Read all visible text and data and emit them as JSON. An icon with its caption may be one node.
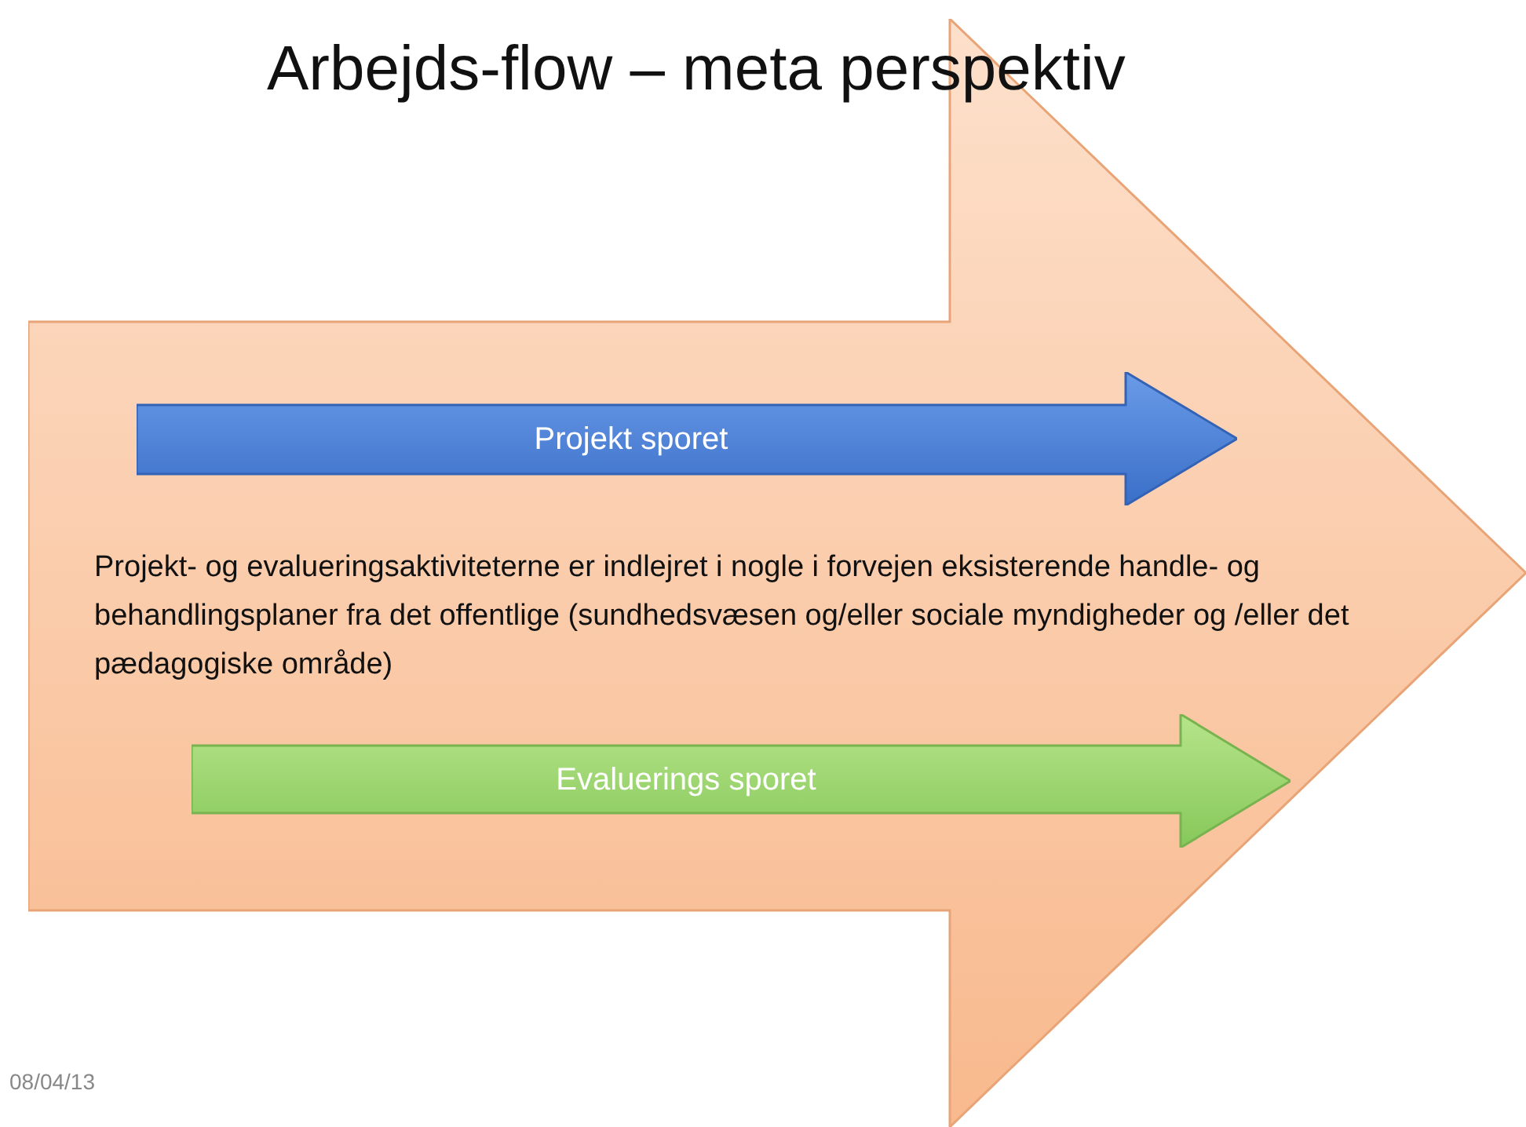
{
  "diagram": {
    "title": "Arbejds-flow – meta perspektiv",
    "nodes": [
      {
        "text": [
          "Projekt- og evalueringsaktiviteterne er indlejret i nogle i forvejen eksisterende handle- og behandlingsplaner  fra det offentlige (sundhedsvæsen og/eller sociale myndigheder og /eller det pædagogiske område)"
        ]
      },
      {
        "text": [
          "Projekt sporet"
        ],
        "in": 0
      },
      {
        "text": [
          "Evaluerings sporet"
        ],
        "in": 0
      }
    ],
    "labels": [
      "08/04/13"
    ]
  }
}
